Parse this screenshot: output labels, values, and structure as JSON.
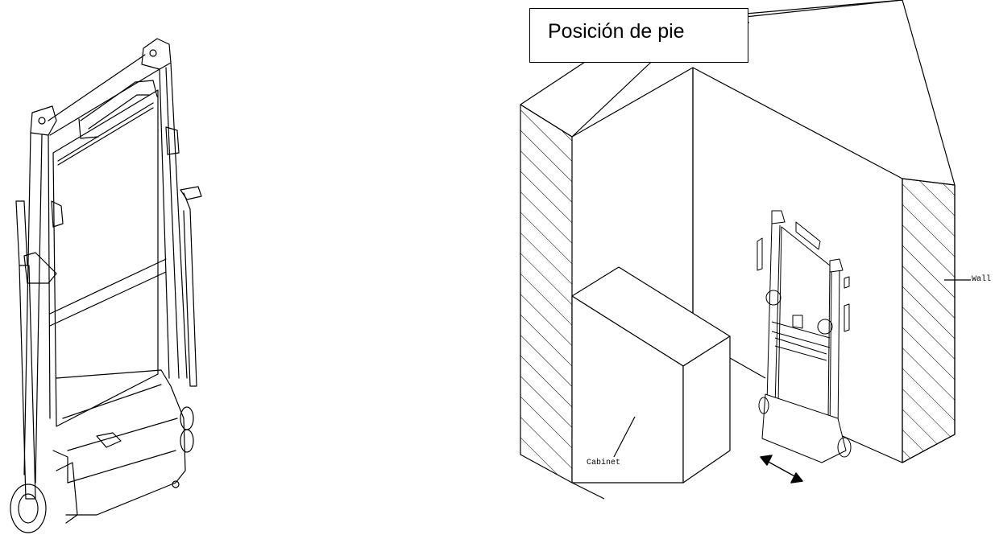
{
  "figure": {
    "title": "Posición de pie",
    "labels": {
      "wall": "Wall",
      "cabinet": "Cabinet"
    },
    "icons": [
      "treadmill-folded",
      "double-arrow"
    ]
  }
}
